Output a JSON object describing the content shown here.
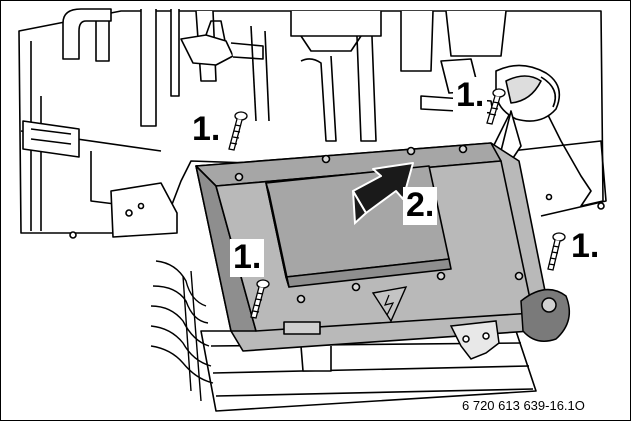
{
  "figure": {
    "step_labels": [
      "1.",
      "1.",
      "1.",
      "1.",
      "2."
    ],
    "figure_id": "6 720 613 639-16.1O"
  },
  "colors": {
    "line": "#000000",
    "metal_fill": "#ffffff",
    "box_fill": "#b9b9b9",
    "box_top": "#a6a6a6",
    "box_side": "#8e8e8e",
    "arrow": "#1a1a1a"
  },
  "icons": [
    "screw-icon",
    "up-arrow-icon",
    "electrical-hazard-icon"
  ]
}
